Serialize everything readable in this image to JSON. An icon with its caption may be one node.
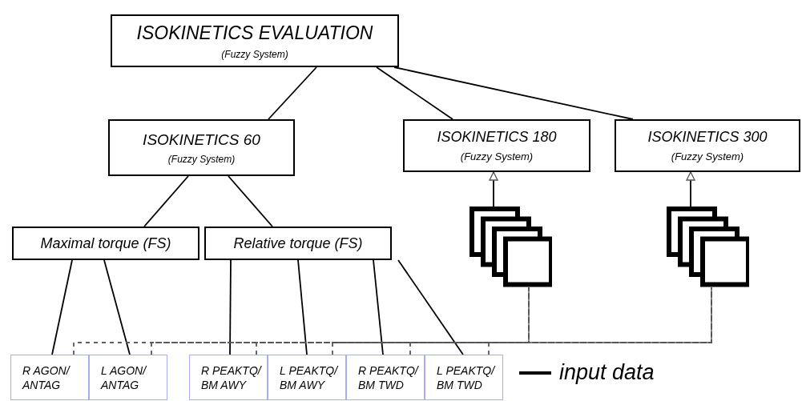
{
  "diagram": {
    "nodes": [
      {
        "text": [
          "ISOKINETICS EVALUATION",
          "(Fuzzy System)"
        ]
      },
      {
        "text": [
          "ISOKINETICS 60",
          "(Fuzzy System)"
        ]
      },
      {
        "text": [
          "ISOKINETICS 180",
          "(Fuzzy System)"
        ]
      },
      {
        "text": [
          "ISOKINETICS 300",
          "(Fuzzy System)"
        ]
      },
      {
        "text": [
          "Maximal torque (FS)"
        ]
      },
      {
        "text": [
          "Relative torque (FS)"
        ]
      },
      {
        "text": [],
        "shape": "box"
      },
      {
        "text": [],
        "shape": "box"
      },
      {
        "text": [
          "R AGON/ ANTAG"
        ]
      },
      {
        "text": [
          "L AGON/ ANTAG"
        ]
      },
      {
        "text": [
          "R PEAKTQ/ BM AWY"
        ]
      },
      {
        "text": [
          "L PEAKTQ/ BM AWY"
        ]
      },
      {
        "text": [
          "R PEAKTQ/ BM TWD"
        ]
      },
      {
        "text": [
          "L PEAKTQ/ BM TWD"
        ]
      }
    ],
    "edges": [
      {
        "from": 0,
        "to": 1,
        "arrow": "none"
      },
      {
        "from": 0,
        "to": 2,
        "arrow": "none"
      },
      {
        "from": 0,
        "to": 3,
        "arrow": "none"
      },
      {
        "from": 1,
        "to": 4,
        "arrow": "none"
      },
      {
        "from": 1,
        "to": 5,
        "arrow": "none"
      },
      {
        "from": 4,
        "to": 8,
        "arrow": "none"
      },
      {
        "from": 4,
        "to": 9,
        "arrow": "none"
      },
      {
        "from": 5,
        "to": 10,
        "arrow": "none"
      },
      {
        "from": 5,
        "to": 11,
        "arrow": "none"
      },
      {
        "from": 5,
        "to": 12,
        "arrow": "none"
      },
      {
        "from": 5,
        "to": 13,
        "arrow": "none"
      },
      {
        "from": 6,
        "to": 2,
        "arrow": "to"
      },
      {
        "from": 7,
        "to": 3,
        "arrow": "to"
      },
      {
        "from": 8,
        "to": 6,
        "arrow": "none",
        "style": "dashed"
      },
      {
        "from": 8,
        "to": 7,
        "arrow": "none",
        "style": "dashed"
      },
      {
        "from": 9,
        "to": 6,
        "arrow": "none",
        "style": "dashed"
      },
      {
        "from": 9,
        "to": 7,
        "arrow": "none",
        "style": "dashed"
      },
      {
        "from": 10,
        "to": 6,
        "arrow": "none",
        "style": "dashed"
      },
      {
        "from": 10,
        "to": 7,
        "arrow": "none",
        "style": "dashed"
      },
      {
        "from": 11,
        "to": 6,
        "arrow": "none",
        "style": "dashed"
      },
      {
        "from": 11,
        "to": 7,
        "arrow": "none",
        "style": "dashed"
      },
      {
        "from": 12,
        "to": 6,
        "arrow": "none",
        "style": "dashed"
      },
      {
        "from": 12,
        "to": 7,
        "arrow": "none",
        "style": "dashed"
      },
      {
        "from": 13,
        "to": 6,
        "arrow": "none",
        "style": "dashed"
      },
      {
        "from": 13,
        "to": 7,
        "arrow": "none",
        "style": "dashed"
      }
    ],
    "legend": [
      {
        "text": "input data"
      }
    ]
  }
}
